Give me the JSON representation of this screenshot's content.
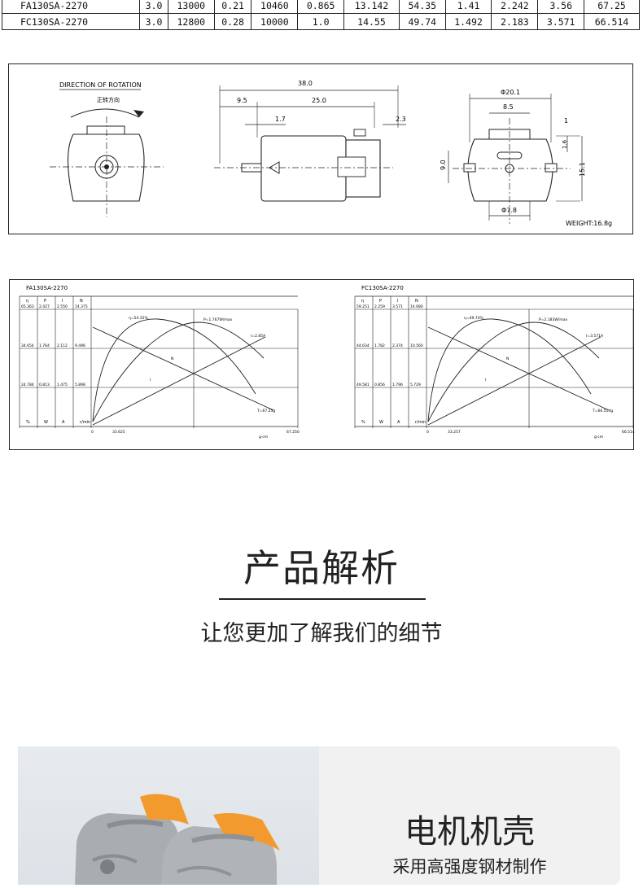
{
  "spec_table": {
    "rows": [
      {
        "model": "FA130SA-2270",
        "c1": "3.0",
        "c2": "13000",
        "c3": "0.21",
        "c4": "10460",
        "c5": "0.865",
        "c6": "13.142",
        "c7": "54.35",
        "c8": "1.41",
        "c9": "2.242",
        "c10": "3.56",
        "c11": "67.25"
      },
      {
        "model": "FC130SA-2270",
        "c1": "3.0",
        "c2": "12800",
        "c3": "0.28",
        "c4": "10000",
        "c5": "1.0",
        "c6": "14.55",
        "c7": "49.74",
        "c8": "1.492",
        "c9": "2.183",
        "c10": "3.571",
        "c11": "66.514"
      }
    ]
  },
  "drawing": {
    "rotation_label": "DIRECTION OF ROTATION",
    "rotation_sub": "正转方向",
    "dim_total": "38.0",
    "dim_shaft": "9.5",
    "dim_body": "25.0",
    "dim_small": "1.7",
    "dim_end": "2.3",
    "dim_width": "Φ20.1",
    "dim_slot": "8.5",
    "dim_height": "9.0",
    "dim_full_height": "15.1",
    "dim_top": "1.6",
    "dim_pin": "1",
    "dim_base": "Φ7.8",
    "weight": "WEIGHT:16.8g"
  },
  "curves": [
    {
      "model": "FA130SA-2270",
      "headers": [
        "η",
        "P",
        "I",
        "N"
      ],
      "units": [
        "%",
        "W",
        "A",
        "r/min"
      ],
      "col_top": [
        "65.363",
        "2.427",
        "2.550",
        "14.375"
      ],
      "col_mid": [
        "34.654",
        "1.764",
        "2.112",
        "9.496"
      ],
      "col_low": [
        "24.784",
        "0.813",
        "1.475",
        "5.898"
      ],
      "labels": {
        "eff": "η=54.35%",
        "pow": "P=1.767W/max",
        "cur": "I=2.85A",
        "speed": "N",
        "torque": "T=67.25g",
        "i_mark": "I"
      },
      "x_mid": "33.625",
      "x_max": "67.250",
      "x_unit": "g·cm"
    },
    {
      "model": "FC130SA-2270",
      "headers": [
        "η",
        "P",
        "I",
        "N"
      ],
      "units": [
        "%",
        "W",
        "A",
        "r/min"
      ],
      "col_top": [
        "59.251",
        "2.259",
        "3.571",
        "14.080"
      ],
      "col_mid": [
        "44.634",
        "1.782",
        "2.374",
        "10.560"
      ],
      "col_low": [
        "49.581",
        "0.856",
        "1.796",
        "5.729"
      ],
      "labels": {
        "eff": "η=49.74%",
        "pow": "P=2.183W/max",
        "cur": "I=3.571A",
        "speed": "N",
        "torque": "T=66.514g",
        "i_mark": "I"
      },
      "x_mid": "33.257",
      "x_max": "66.514",
      "x_unit": "g·cm"
    }
  ],
  "section": {
    "title": "产品解析",
    "subtitle": "让您更加了解我们的细节"
  },
  "feature": {
    "title": "电机机壳",
    "description": "采用高强度钢材制作"
  },
  "colors": {
    "line": "#222222",
    "accent_orange": "#f39a2f",
    "metal": "#a9adb1"
  }
}
